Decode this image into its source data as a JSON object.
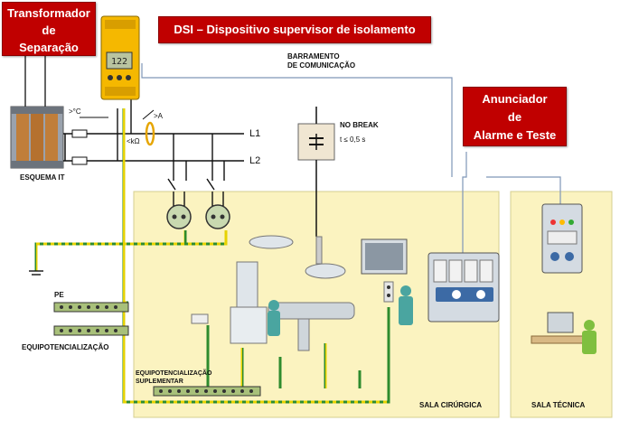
{
  "labels": {
    "transformer_title": [
      "Transformador",
      "de",
      "Separação"
    ],
    "dsi_title": "DSI – Dispositivo supervisor de isolamento",
    "annunciator_title": [
      "Anunciador",
      "de",
      "Alarme e Teste"
    ],
    "bus": [
      "BARRAMENTO",
      "DE COMUNICAÇÃO"
    ],
    "no_break": "NO BREAK",
    "no_break_time": "t ≤ 0,5 s",
    "line1": "L1",
    "line2": "L2",
    "esquema_it": "ESQUEMA IT",
    "temp_symbol": ">°C",
    "current_symbol": ">A",
    "resistance_symbol": "<kΩ",
    "pe": "PE",
    "equipotential": "EQUIPOTENCIALIZAÇÃO",
    "equipotential_supp": [
      "EQUIPOTENCIALIZAÇÃO",
      "SUPLEMENTAR"
    ],
    "surgical_room": "SALA CIRÚRGICA",
    "technical_room": "SALA TÉCNICA",
    "device_display": "122"
  },
  "colors": {
    "label_red": "#c00000",
    "room_fill": "#fbf3c0",
    "device_yellow": "#f5b800",
    "bus_line": "#7f96b8",
    "ground_green": "#2e8b2e",
    "ground_yellow": "#e6d200"
  }
}
